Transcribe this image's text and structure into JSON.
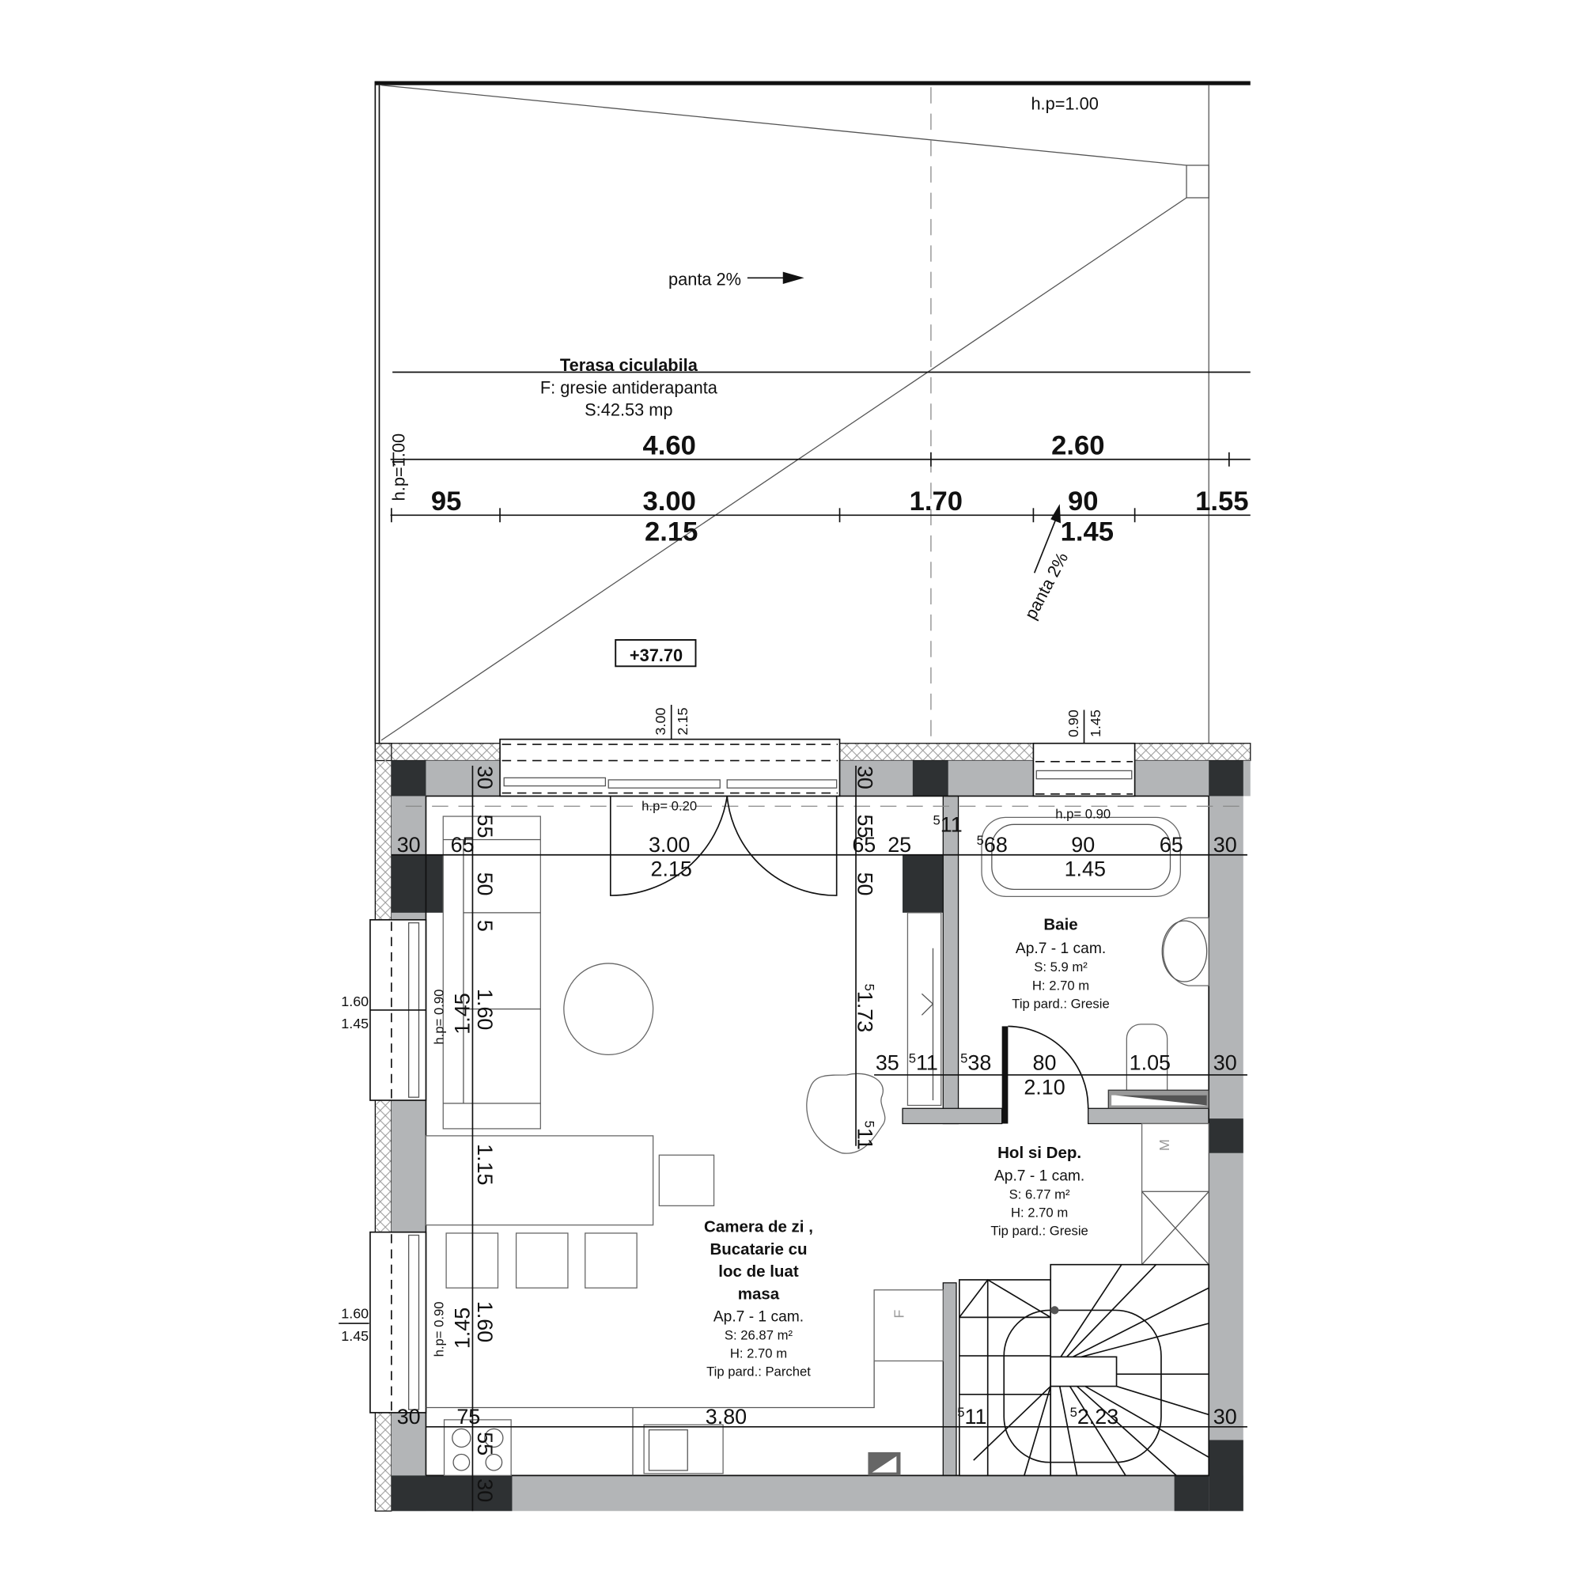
{
  "terrace": {
    "hp_top": "h.p=1.00",
    "slope_1": "panta 2%",
    "title": "Terasa ciculabila",
    "finish": "F: gresie antiderapanta",
    "area": "S:42.53 mp",
    "hp_left": "h.p=1.00",
    "dim_460": "4.60",
    "dim_260": "2.60",
    "dim_95": "95",
    "dim_300": "3.00",
    "dim_170": "1.70",
    "dim_90": "90",
    "dim_155": "1.55",
    "dim_215": "2.15",
    "dim_145": "1.45",
    "slope_2": "panta 2%",
    "elevation": "+37.70",
    "win1_w": "3.00",
    "win1_h": "2.15",
    "win2_w": "0.90",
    "win2_h": "1.45"
  },
  "dims": {
    "top_30_a": "30",
    "top_30_b": "30",
    "hp_door": "h.p= 0.20",
    "hp_bath": "h.p= 0.90",
    "r1_30": "30",
    "r1_65a": "65",
    "r1_55a": "55",
    "r1_300": "3.00",
    "r1_215": "2.15",
    "r1_55b": "55",
    "r1_65b": "65",
    "r1_25": "25",
    "r1_11_sup": "5",
    "r1_11": "11",
    "r1_68_sup": "5",
    "r1_68": "68",
    "r1_90": "90",
    "r1_145": "1.45",
    "r1_65c": "65",
    "r1_30b": "30",
    "v_50a": "50",
    "v_50b": "50",
    "v_5": "5",
    "win_l1_w": "1.60",
    "win_l1_h": "1.45",
    "win_l1_hp": "h.p= 0.90",
    "win_l1_145": "1.45",
    "win_l1_160": "1.60",
    "v_173_sup": "5",
    "v_173": "1.73",
    "r2_35": "35",
    "r2_11_sup": "5",
    "r2_11": "11",
    "r2_38_sup": "5",
    "r2_38": "38",
    "r2_80": "80",
    "r2_210": "2.10",
    "r2_105": "1.05",
    "r2_30": "30",
    "v_11_sup": "5",
    "v_11": "11",
    "v_115": "1.15",
    "win_l2_w": "1.60",
    "win_l2_h": "1.45",
    "win_l2_hp": "h.p= 0.90",
    "win_l2_145": "1.45",
    "win_l2_160": "1.60",
    "r3_30": "30",
    "r3_75": "75",
    "r3_380": "3.80",
    "r3_55": "55",
    "r3_30v": "30",
    "r3_11_sup": "5",
    "r3_11": "11",
    "r3_223_sup": "5",
    "r3_223": "2.23",
    "r3_30b": "30",
    "fridge": "F",
    "washer": "M"
  },
  "rooms": {
    "bath": {
      "name": "Baie",
      "unit": "Ap.7 - 1 cam.",
      "area": "S: 5.9 m²",
      "height": "H: 2.70 m",
      "floor": "Tip pard.: Gresie"
    },
    "hall": {
      "name": "Hol si Dep.",
      "unit": "Ap.7 - 1 cam.",
      "area": "S: 6.77 m²",
      "height": "H: 2.70 m",
      "floor": "Tip pard.: Gresie"
    },
    "living": {
      "name_1": "Camera de zi ,",
      "name_2": "Bucatarie cu",
      "name_3": "loc de luat",
      "name_4": "masa",
      "unit": "Ap.7 - 1 cam.",
      "area": "S: 26.87 m²",
      "height": "H: 2.70 m",
      "floor": "Tip pard.: Parchet"
    }
  },
  "colors": {
    "wall_grey": "#b3b5b7",
    "column_dark": "#2e3133",
    "line": "#111111"
  }
}
